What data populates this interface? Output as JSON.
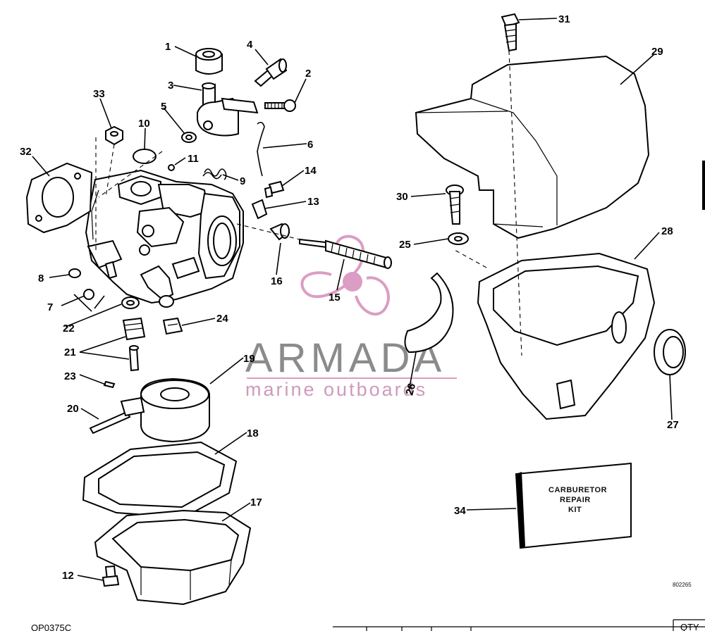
{
  "callouts": [
    "1",
    "2",
    "3",
    "4",
    "5",
    "6",
    "7",
    "8",
    "9",
    "10",
    "11",
    "12",
    "13",
    "14",
    "15",
    "16",
    "17",
    "18",
    "19",
    "20",
    "21",
    "22",
    "23",
    "24",
    "25",
    "26",
    "27",
    "28",
    "29",
    "30",
    "31",
    "32",
    "33",
    "34"
  ],
  "kit_label": [
    "CARBURETOR",
    "REPAIR",
    "KIT"
  ],
  "drawing_code": "802265",
  "footer_code": "OP0375C",
  "footer_qty": "QTY",
  "watermark": {
    "brand": "ARMADA",
    "tagline": "marine outboards",
    "color": "#d58cb9"
  }
}
